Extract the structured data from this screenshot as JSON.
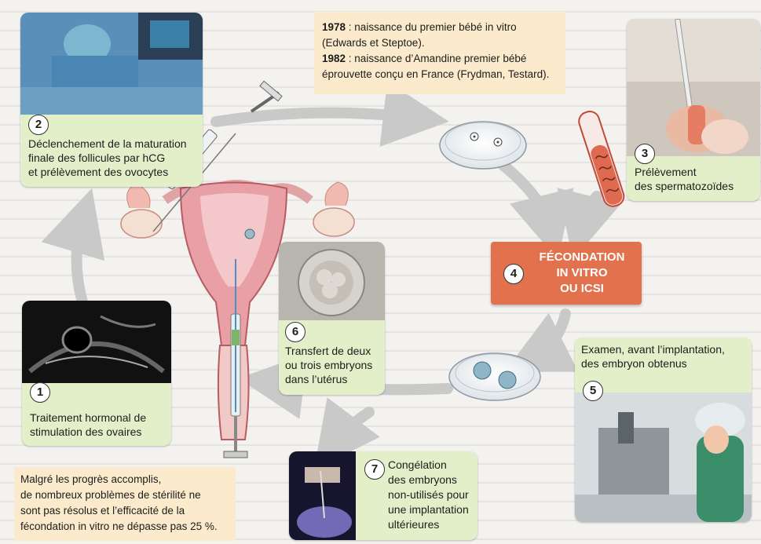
{
  "steps": [
    {
      "num": "1",
      "caption": [
        "Traitement hormonal de",
        "stimulation des ovaires"
      ]
    },
    {
      "num": "2",
      "caption": [
        "Déclenchement de la maturation",
        "finale des follicules par hCG",
        "et prélèvement des ovocytes"
      ]
    },
    {
      "num": "3",
      "caption": [
        "Prélèvement",
        "des spermatozoïdes"
      ]
    },
    {
      "num": "4",
      "caption": [
        "FÉCONDATION",
        "IN VITRO",
        "OU ICSI"
      ]
    },
    {
      "num": "5",
      "caption": [
        "Examen, avant l’implantation,",
        "des embryon obtenus"
      ]
    },
    {
      "num": "6",
      "caption": [
        "Transfert de deux",
        "ou trois embryons",
        "dans l’utérus"
      ]
    },
    {
      "num": "7",
      "caption": [
        "Congélation",
        "des embryons",
        "non-utilisés pour",
        "une implantation",
        "ultérieures"
      ]
    }
  ],
  "history_note": {
    "year1": "1978",
    "text1a": " : naissance du premier bébé in vitro",
    "text1b": "(Edwards et Steptoe).",
    "year2": "1982",
    "text2a": " : naissance d’Amandine premier bébé",
    "text2b": "éprouvette conçu en France (Frydman, Testard)."
  },
  "bottom_note": [
    "Malgré les progrès accomplis,",
    "de nombreux problèmes de stérilité ne",
    "sont pas résolus et l’efficacité de la",
    "fécondation in vitro ne dépasse pas 25 %."
  ],
  "colors": {
    "card_green": "#e3efc9",
    "note_orange": "#fbeacc",
    "fiv_box": "#e2724e",
    "arrow_grey": "#c9c9c9",
    "uterus_pink": "#e8a0a6"
  }
}
